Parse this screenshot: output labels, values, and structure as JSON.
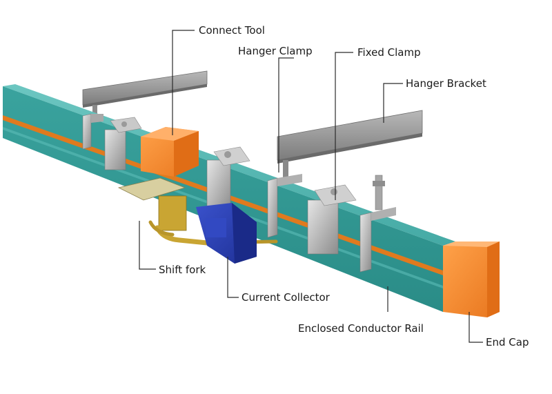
{
  "labels": {
    "connect_tool": "Connect Tool",
    "hanger_clamp": "Hanger Clamp",
    "fixed_clamp": "Fixed Clamp",
    "hanger_bracket": "Hanger Bracket",
    "shift_fork": "Shift fork",
    "current_collector": "Current Collector",
    "enclosed_conductor_rail": "Enclosed Conductor Rail",
    "end_cap": "End Cap"
  },
  "colors": {
    "rail_top": "#4fb3ae",
    "rail_side": "#2f9893",
    "rail_stripe": "#e07a1e",
    "end_cap": "#f7941d",
    "connect_tool": "#f58a3c",
    "collector": "#2b3fb3",
    "bracket": "#9a9a9a",
    "clamp": "#c8c8c8",
    "fork": "#c9a533"
  }
}
